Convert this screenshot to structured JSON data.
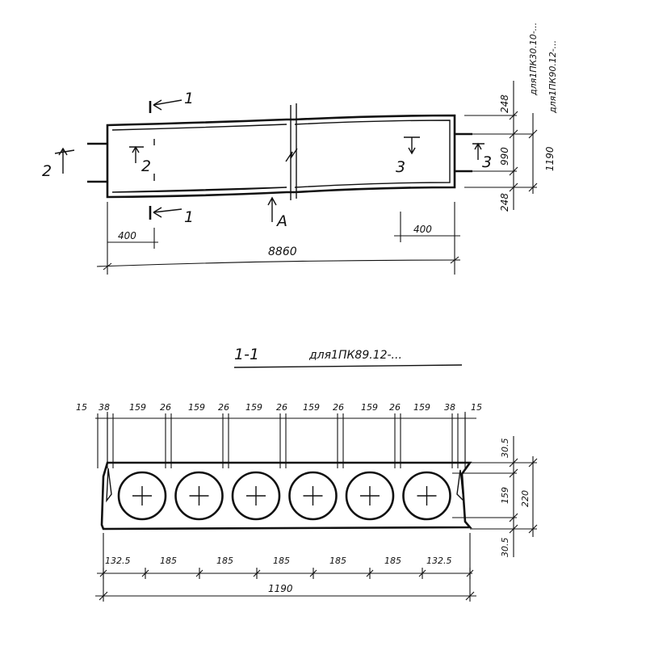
{
  "plan": {
    "section_1": "1",
    "section_2": "2",
    "section_3": "3",
    "view_a": "A",
    "length_total": "8860",
    "edge_left": "400",
    "edge_right": "400",
    "dim_top": "248",
    "dim_mid": "990",
    "dim_bottom": "248",
    "dim_total": "1190",
    "note_1": "для1ПК30.10-...",
    "note_2": "для1ПК90.12-..."
  },
  "section": {
    "title": "1-1",
    "subtitle": "для1ПК89.12-...",
    "top_dims": [
      "15",
      "38",
      "159",
      "26",
      "159",
      "26",
      "159",
      "26",
      "159",
      "26",
      "159",
      "26",
      "159",
      "38",
      "15"
    ],
    "bottom_dims": [
      "132.5",
      "185",
      "185",
      "185",
      "185",
      "185",
      "132.5"
    ],
    "total_width": "1190",
    "right_dims": [
      "30.5",
      "159",
      "30.5"
    ],
    "height": "220",
    "void_count": 6
  }
}
